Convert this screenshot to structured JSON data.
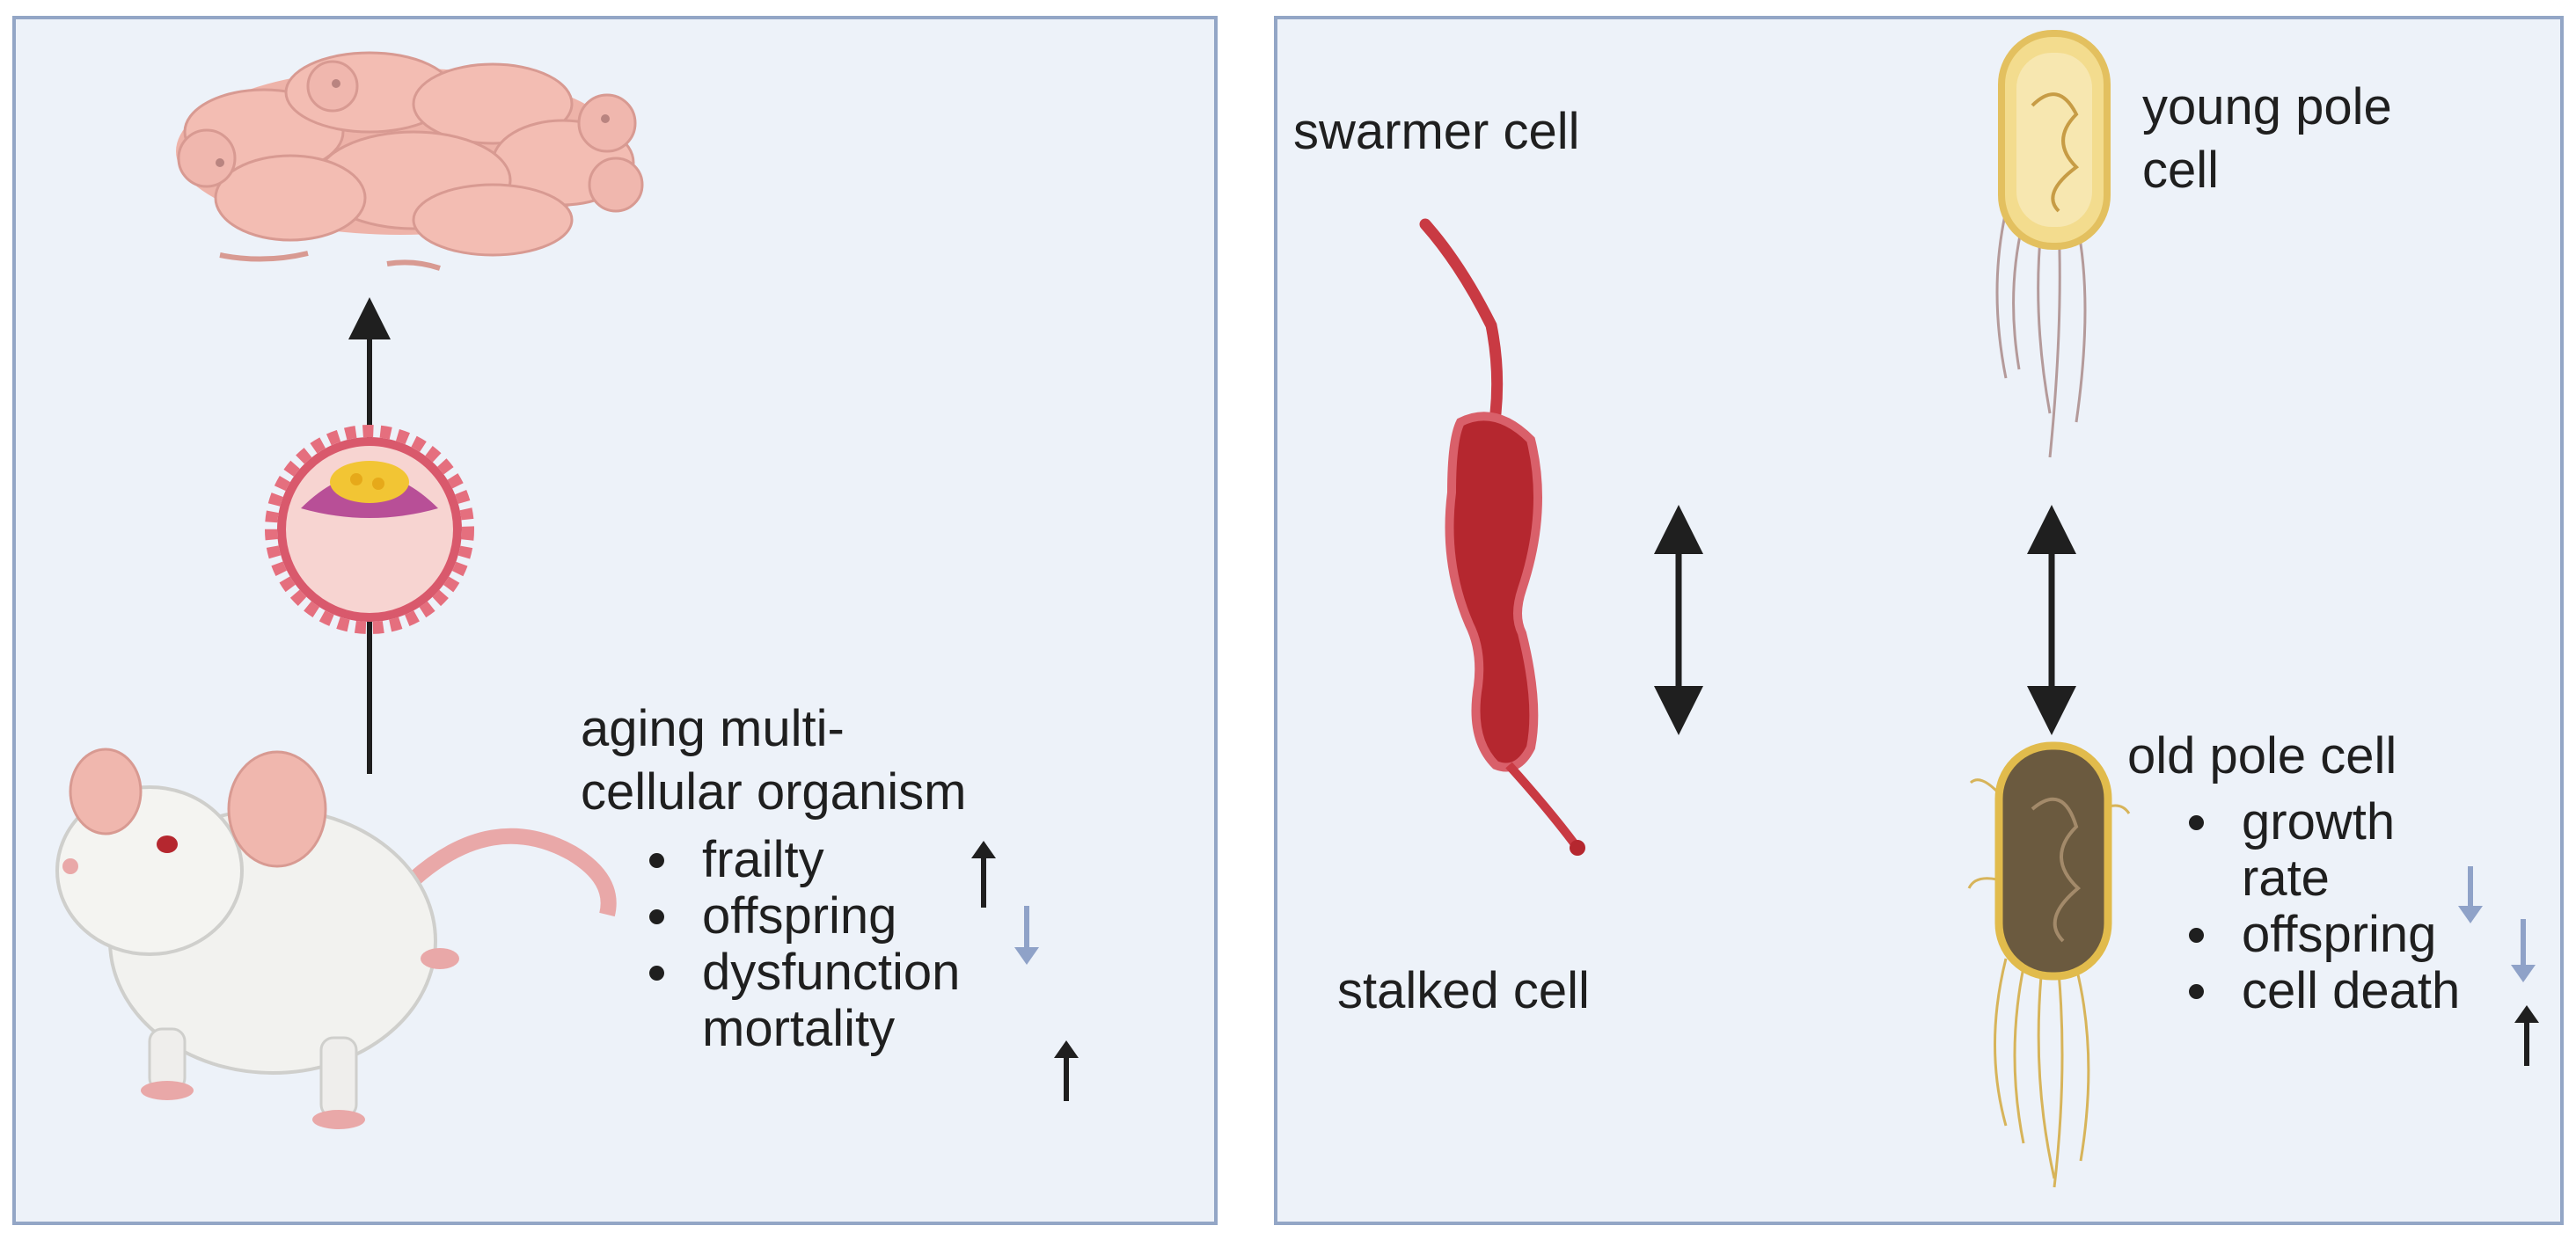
{
  "left_panel": {
    "heading_line1": "aging multi-",
    "heading_line2": "cellular organism",
    "items": [
      {
        "label": "frailty",
        "trend": "up"
      },
      {
        "label": "offspring",
        "trend": "down"
      },
      {
        "label": "dysfunction",
        "trend": ""
      },
      {
        "label": "mortality",
        "trend": "up"
      }
    ]
  },
  "right_panel": {
    "swarmer_label": "swarmer cell",
    "stalked_label": "stalked cell",
    "young_pole_line1": "young pole",
    "young_pole_line2": "cell",
    "old_pole_label": "old pole cell",
    "items": [
      {
        "label": "growth",
        "trend": ""
      },
      {
        "label": "rate",
        "trend": "down"
      },
      {
        "label": "offspring",
        "trend": "down"
      },
      {
        "label": "cell death",
        "trend": "up"
      }
    ]
  },
  "colors": {
    "panel_bg": "#edf2f9",
    "panel_border": "#93a6c6",
    "up_arrow": "#1f1f1f",
    "down_arrow": "#8fa2c8",
    "caulobacter": "#b5272f",
    "young_cell": "#f3dc8e",
    "old_cell": "#6b5a3f",
    "mouse_fur": "#f2f2ef",
    "pups_skin": "#f0b7ae"
  },
  "icons": [
    "mouse-pups-icon",
    "embryo-icon",
    "mouse-icon",
    "caulobacter-icon",
    "young-bacterium-icon",
    "old-bacterium-icon"
  ]
}
